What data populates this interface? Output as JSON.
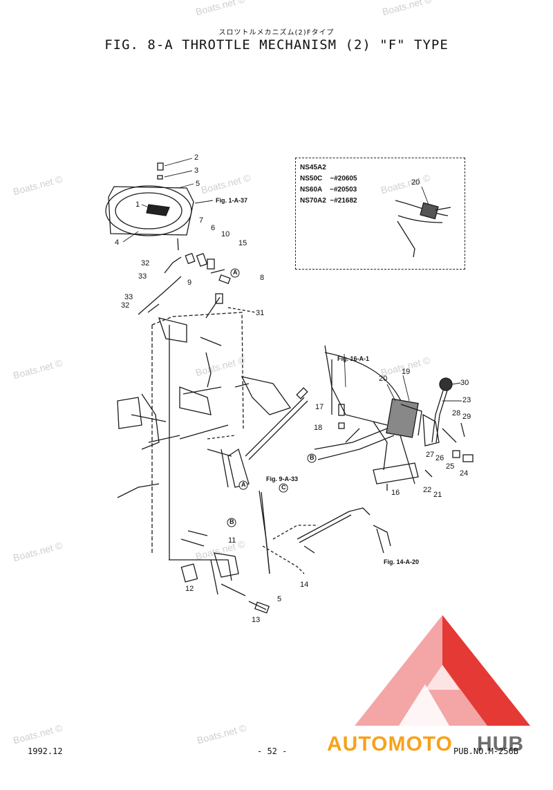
{
  "header": {
    "jp_title": "スロツトルメカニズム(2)Fタイプ",
    "title": "FIG.  8-A THROTTLE MECHANISM (2) \"F\" TYPE"
  },
  "watermark": "Boats.net ©",
  "inset": {
    "lines": [
      "NS45A2",
      "NS50C    ~#20605",
      "NS60A    ~#20503",
      "NS70A2  ~#21682"
    ],
    "part": "20"
  },
  "refs": {
    "fig_1a37": "Fig. 1-A-37",
    "fig_16a1": "Fig. 16-A-1",
    "fig_9a33": "Fig. 9-A-33",
    "fig_14a20": "Fig. 14-A-20"
  },
  "markers": {
    "a": "A",
    "b": "B",
    "c": "C"
  },
  "callouts": {
    "p1": "1",
    "p2": "2",
    "p3": "3",
    "p4": "4",
    "p5": "5",
    "p5b": "5",
    "p6": "6",
    "p7": "7",
    "p8": "8",
    "p9": "9",
    "p10": "10",
    "p11": "11",
    "p12": "12",
    "p13": "13",
    "p14": "14",
    "p15": "15",
    "p16": "16",
    "p17": "17",
    "p18": "18",
    "p19": "19",
    "p20": "20",
    "p21": "21",
    "p22": "22",
    "p23": "23",
    "p24": "24",
    "p25": "25",
    "p26": "26",
    "p27": "27",
    "p28": "28",
    "p29": "29",
    "p30": "30",
    "p31": "31",
    "p32a": "32",
    "p32b": "32",
    "p33a": "33",
    "p33b": "33"
  },
  "footer": {
    "date": "1992.12",
    "page": "- 52 -",
    "pub": "PUB.NO.M-256B"
  },
  "logo": {
    "text_orange": "AUTOMOTO",
    "text_gray": "HUB",
    "color_red": "#e53935",
    "color_pink": "#f4a6a6",
    "color_orange": "#f7a21b",
    "color_gray": "#6d6d6d"
  }
}
